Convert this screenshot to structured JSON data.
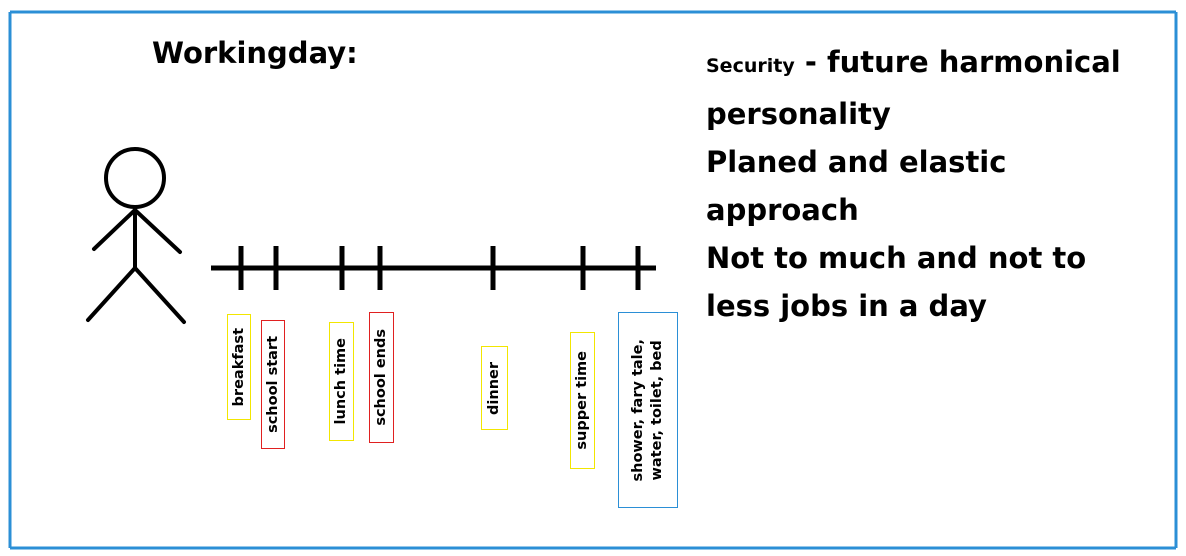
{
  "title": "Workingday:",
  "notes": {
    "lead_word": "Security",
    "lead_rest": " - future harmonical personality",
    "line2": "Planed and elastic approach",
    "line3": "Not to much and not to less jobs in a day"
  },
  "timeline_labels": [
    {
      "text": "breakfast",
      "color": "#f2e600"
    },
    {
      "text": "school start",
      "color": "#e02020"
    },
    {
      "text": "lunch time",
      "color": "#f2e600"
    },
    {
      "text": "school ends",
      "color": "#e02020"
    },
    {
      "text": "dinner",
      "color": "#f2e600"
    },
    {
      "text": "supper time",
      "color": "#f2e600"
    },
    {
      "text": "shower, fary tale, water, toilet, bed",
      "line1": "shower, fary tale,",
      "line2": "water, toilet, bed",
      "color": "#2b8fd6"
    }
  ],
  "colors": {
    "frame": "#2b8fd6",
    "ink": "#000000"
  }
}
